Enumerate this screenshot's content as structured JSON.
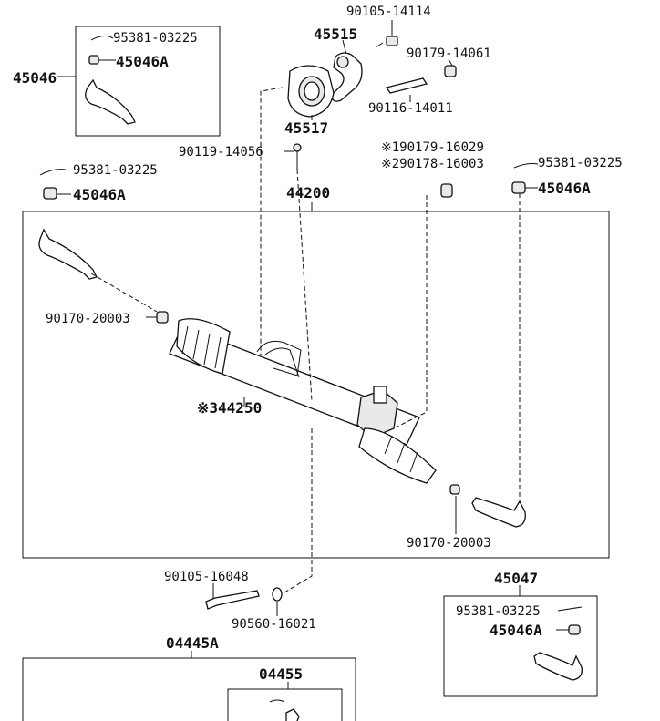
{
  "labels": {
    "p90105_14114": "90105-14114",
    "p45515": "45515",
    "p90179_14061": "90179-14061",
    "p90116_14011": "90116-14011",
    "p45517": "45517",
    "p45046": "45046",
    "p95381_top": "95381-03225",
    "p45046A_top": "45046A",
    "p90119_14056": "90119-14056",
    "p95381_left": "95381-03225",
    "p45046A_left": "45046A",
    "p90179_16029": "※190179-16029",
    "p90178_16003": "※290178-16003",
    "p95381_right": "95381-03225",
    "p45046A_right": "45046A",
    "p44200": "44200",
    "p90170_left": "90170-20003",
    "p44250": "※344250",
    "p90170_right": "90170-20003",
    "p90105_16048": "90105-16048",
    "p90560_16021": "90560-16021",
    "p45047": "45047",
    "p95381_box": "95381-03225",
    "p45046A_box": "45046A",
    "p04445A": "04445A",
    "p04455": "04455"
  }
}
